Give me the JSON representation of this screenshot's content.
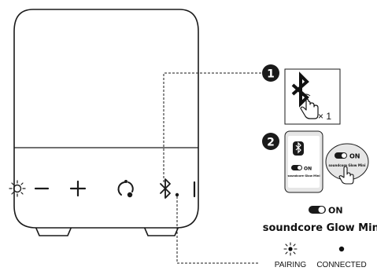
{
  "steps": [
    {
      "number": "1",
      "gesture": "tap-hand-icon",
      "multiplier": "× 1"
    },
    {
      "number": "2"
    }
  ],
  "phone": {
    "app_text": "soundcore Glow Mini",
    "toggle_label": "ON",
    "zoom_toggle_label": "ON",
    "zoom_device_text": "soundcore Glow Mini"
  },
  "toggle": {
    "label": "ON"
  },
  "device_name": "soundcore Glow Mini",
  "indicators": [
    {
      "label": "PAIRING",
      "icon": "blinking-light-icon"
    },
    {
      "label": "CONNECTED",
      "icon": "solid-dot-icon"
    }
  ],
  "speaker_buttons": [
    "light-icon",
    "minus-icon",
    "plus-icon",
    "party-link-icon",
    "bluetooth-icon"
  ],
  "colors": {
    "line": "#1a1a1a",
    "step_badge": "#1a1a1a",
    "bezel": "#e6e6e6"
  }
}
